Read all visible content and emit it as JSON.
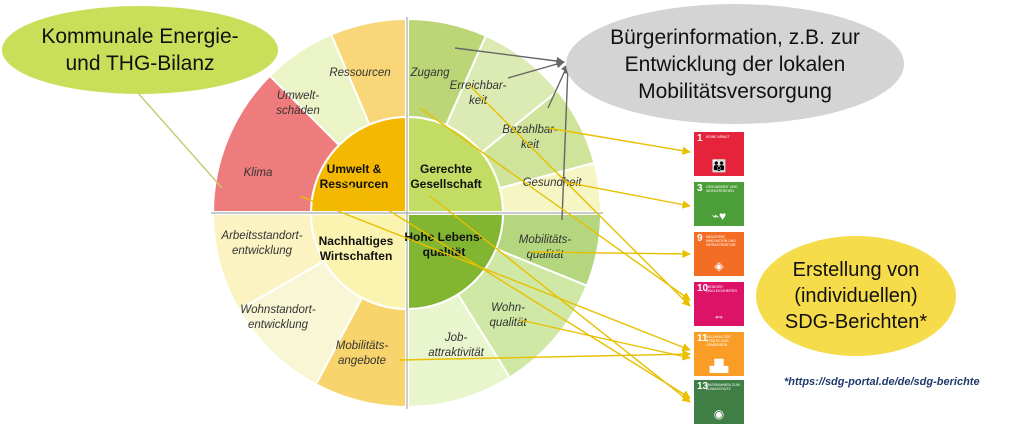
{
  "bubbles": {
    "energy": {
      "line1": "Kommunale Energie-",
      "line2": "und THG-Bilanz"
    },
    "info": {
      "line1": "Bürgerinformation, z.B. zur",
      "line2": "Entwicklung der lokalen",
      "line3": "Mobilitätsversorgung"
    },
    "sdg": {
      "line1": "Erstellung von",
      "line2": "(individuellen)",
      "line3": "SDG-Berichten*"
    }
  },
  "wheel": {
    "center": [
      {
        "l1": "Umwelt &",
        "l2": "Ressourcen"
      },
      {
        "l1": "Gerechte",
        "l2": "Gesellschaft"
      },
      {
        "l1": "Nachhaltiges",
        "l2": "Wirtschaften"
      },
      {
        "l1": "Hohe Lebens-",
        "l2": "qualität"
      }
    ],
    "segments": [
      {
        "l1": "Klima",
        "l2": "",
        "color": "#ef7c7c"
      },
      {
        "l1": "Umwelt-",
        "l2": "schäden",
        "color": "#ebf4c6"
      },
      {
        "l1": "Ressourcen",
        "l2": "",
        "color": "#f9d778"
      },
      {
        "l1": "Zugang",
        "l2": "",
        "color": "#bcd677"
      },
      {
        "l1": "Erreichbar-",
        "l2": "keit",
        "color": "#dcebb4"
      },
      {
        "l1": "Bezahlbar-",
        "l2": "keit",
        "color": "#cfe39a"
      },
      {
        "l1": "Gesundheit",
        "l2": "",
        "color": "#f6f6c4"
      },
      {
        "l1": "Mobilitäts-",
        "l2": "qualität",
        "color": "#b4d67e"
      },
      {
        "l1": "Wohn-",
        "l2": "qualität",
        "color": "#d0e8a6"
      },
      {
        "l1": "Job-",
        "l2": "attraktivität",
        "color": "#e9f5cd"
      },
      {
        "l1": "Mobilitäts-",
        "l2": "angebote",
        "color": "#f7d56c"
      },
      {
        "l1": "Wohnstandort-",
        "l2": "entwicklung",
        "color": "#f8f6d5"
      },
      {
        "l1": "Arbeitsstandort-",
        "l2": "entwicklung",
        "color": "#fbf3c2"
      }
    ],
    "center_colors": [
      "#f5b800",
      "#c2dc64",
      "#fbf3b0",
      "#83b630"
    ]
  },
  "sdgs": [
    {
      "num": "1",
      "caption": "KEINE ARMUT",
      "icon": "👪",
      "color": "#e5243b"
    },
    {
      "num": "3",
      "caption": "GESUNDHEIT UND WOHLERGEHEN",
      "icon": "⌁♥",
      "color": "#4c9f38"
    },
    {
      "num": "9",
      "caption": "INDUSTRIE, INNOVATION UND INFRASTRUKTUR",
      "icon": "◈",
      "color": "#f36d25"
    },
    {
      "num": "10",
      "caption": "WENIGER UNGLEICHHEITEN",
      "icon": "⇔",
      "color": "#dd1367"
    },
    {
      "num": "11",
      "caption": "NACHHALTIGE STÄDTE UND GEMEINDEN",
      "icon": "▟▙",
      "color": "#f99d26"
    },
    {
      "num": "13",
      "caption": "MASSNAHMEN ZUM KLIMASCHUTZ",
      "icon": "◉",
      "color": "#3f7e44"
    }
  ],
  "footnote": "*https://sdg-portal.de/de/sdg-berichte",
  "arrow_color": "#e8c000"
}
